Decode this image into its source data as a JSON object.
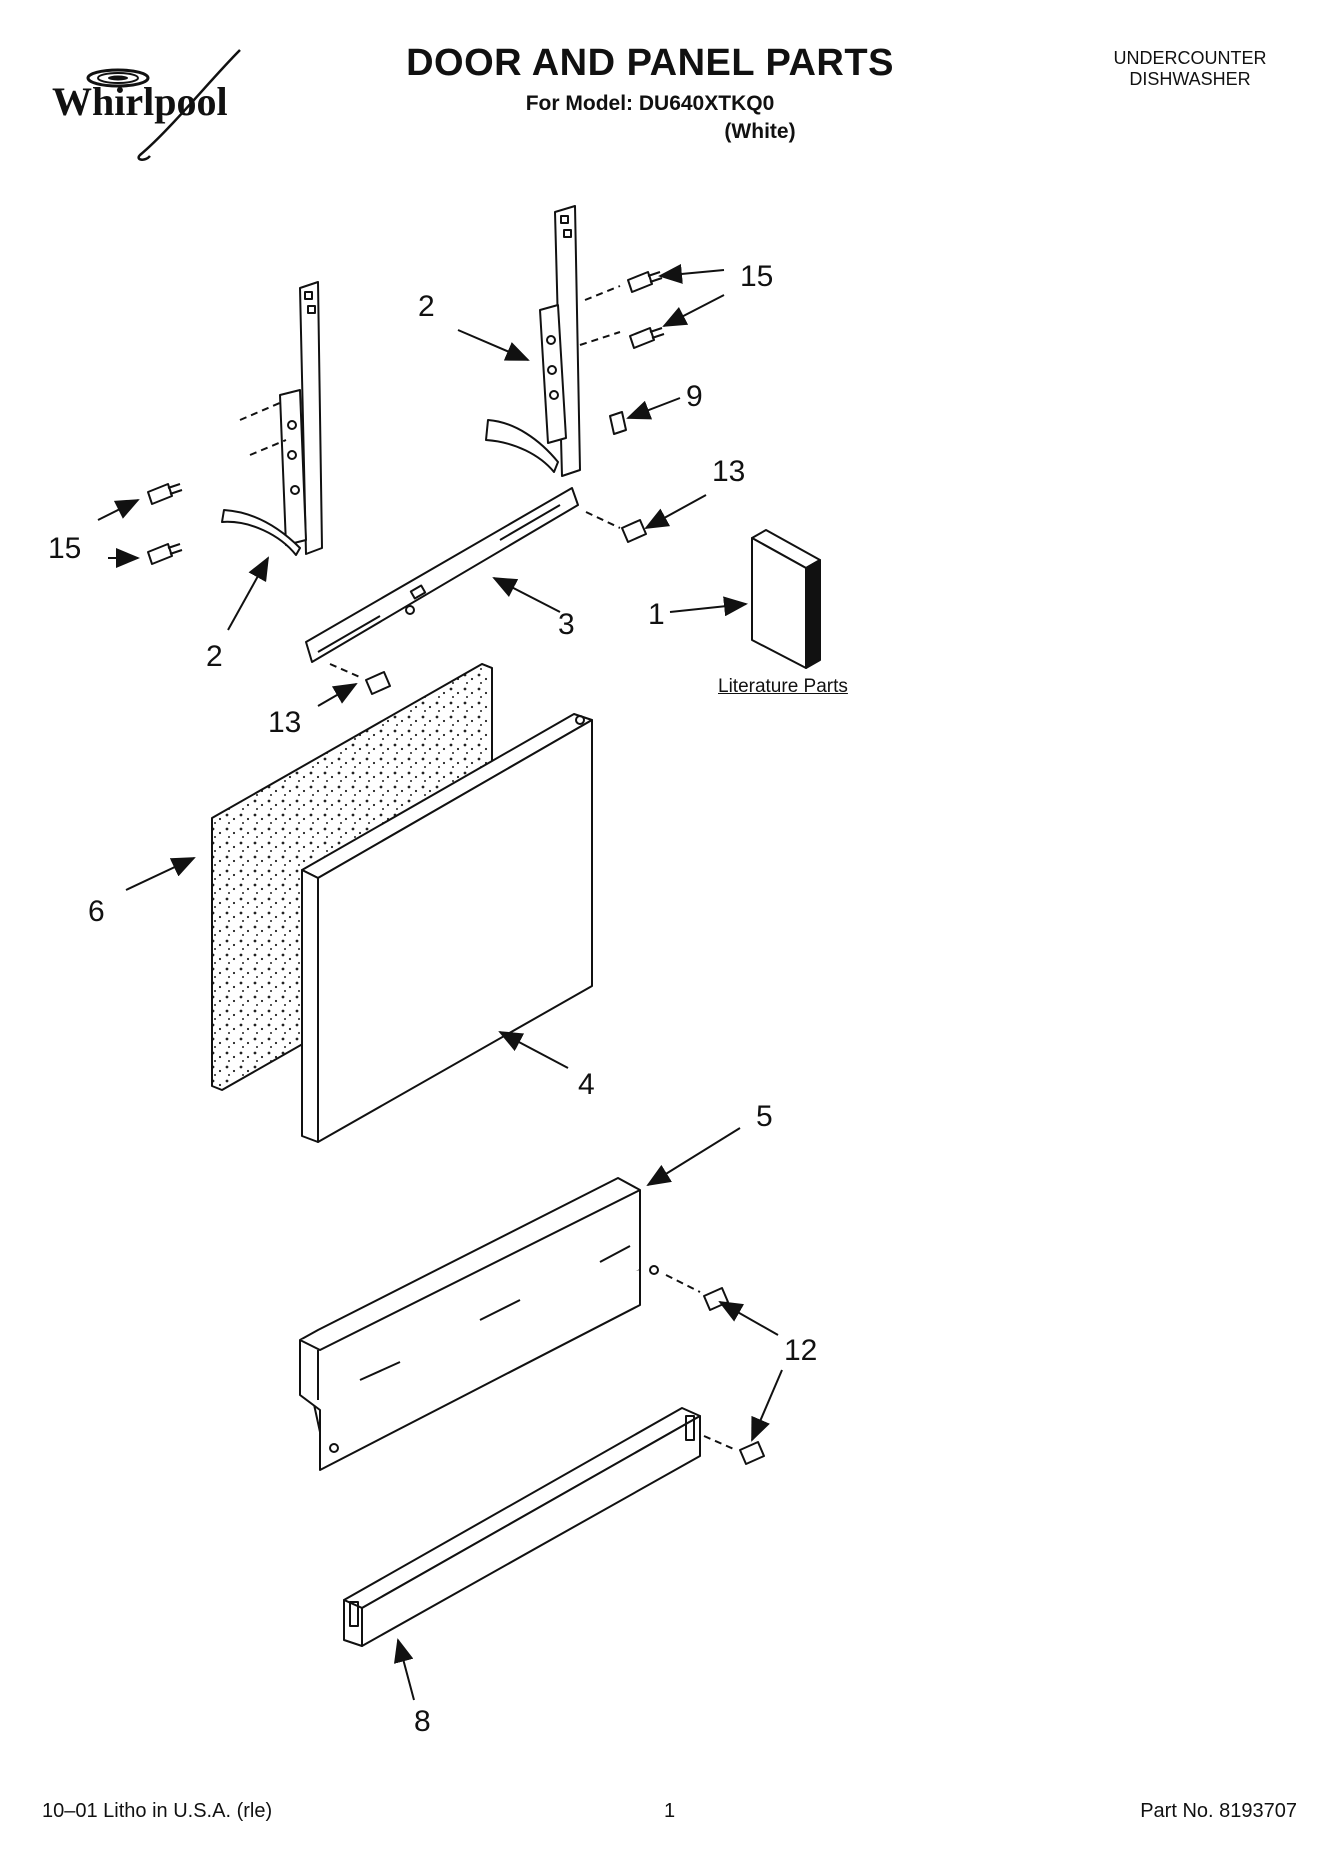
{
  "header": {
    "brand": "Whirlpool",
    "title": "DOOR AND PANEL PARTS",
    "model_line": "For Model: DU640XTKQ0",
    "color_line": "(White)",
    "product_line1": "UNDERCOUNTER",
    "product_line2": "DISHWASHER"
  },
  "diagram": {
    "callouts": [
      "2",
      "15",
      "9",
      "13",
      "15",
      "2",
      "3",
      "1",
      "13",
      "6",
      "4",
      "5",
      "12",
      "8"
    ],
    "literature_label": "Literature Parts"
  },
  "footer": {
    "litho": "10–01 Litho in U.S.A. (rle)",
    "page": "1",
    "part_no": "Part No. 8193707"
  }
}
